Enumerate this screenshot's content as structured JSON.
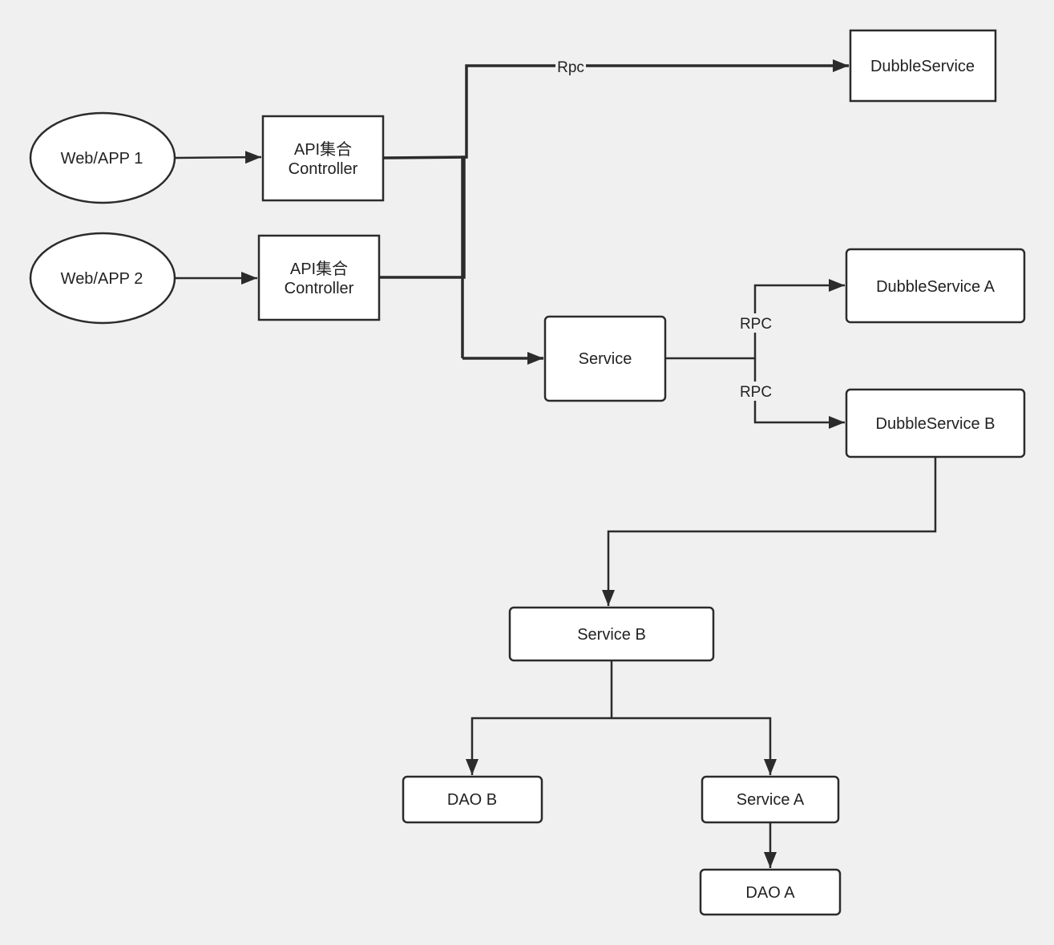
{
  "nodes": {
    "web_app_1": "Web/APP 1",
    "web_app_2": "Web/APP 2",
    "controller_1": [
      "API集合",
      "Controller"
    ],
    "controller_2": [
      "API集合",
      "Controller"
    ],
    "dubble_service": "DubbleService",
    "service": "Service",
    "dubble_service_a": "DubbleService A",
    "dubble_service_b": "DubbleService B",
    "service_b": "Service B",
    "dao_b": "DAO B",
    "service_a": "Service A",
    "dao_a": "DAO A"
  },
  "edges": {
    "rpc_top": "Rpc",
    "rpc_a": "RPC",
    "rpc_b": "RPC"
  },
  "colors": {
    "background": "#f0f0f0",
    "stroke": "#2b2b2b",
    "node_fill": "#ffffff",
    "text": "#222222"
  }
}
